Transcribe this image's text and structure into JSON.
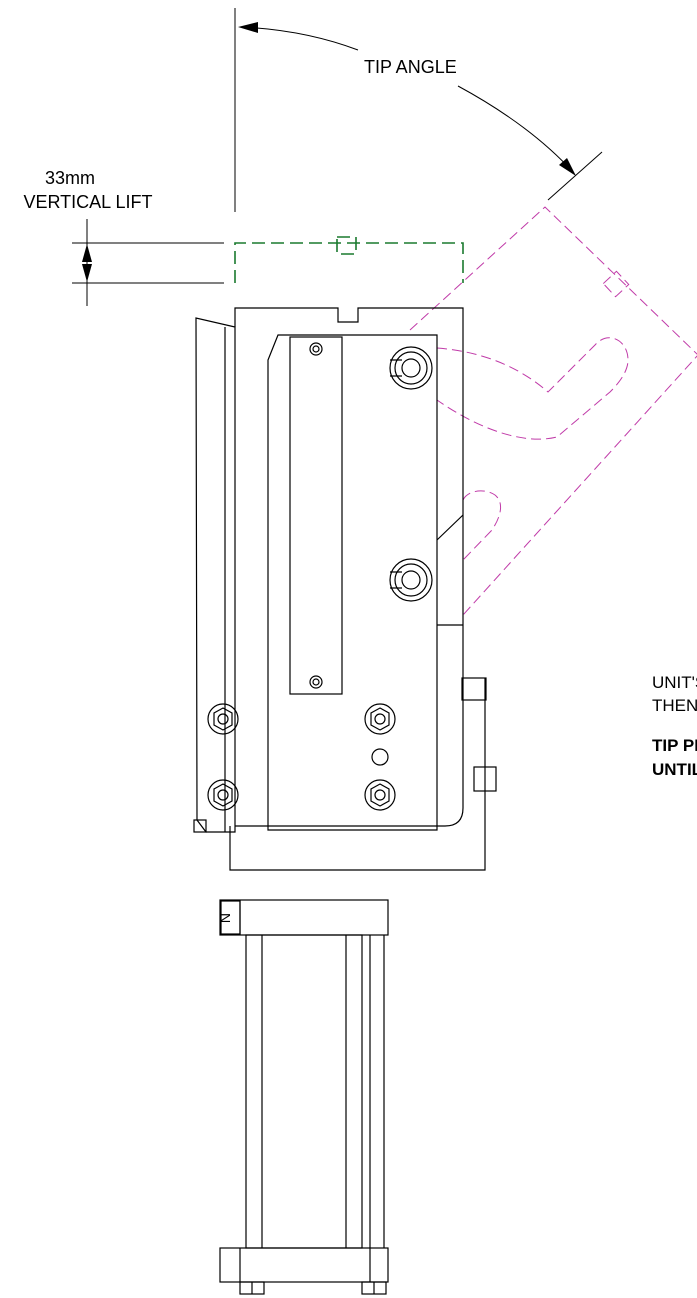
{
  "dimensions": {
    "tip_angle_label": "TIP ANGLE",
    "lift_value": "33mm",
    "lift_label": "VERTICAL LIFT"
  },
  "notes": {
    "line1": "UNIT'S",
    "line2": "THEN",
    "bold_line1": "TIP PI",
    "bold_line2": "UNTIL"
  },
  "part_marks": {
    "cylinder_mark": "N"
  },
  "colors": {
    "line": "#000000",
    "lifted_outline": "#1a7a2e",
    "tipped_outline": "#c03aa8"
  }
}
